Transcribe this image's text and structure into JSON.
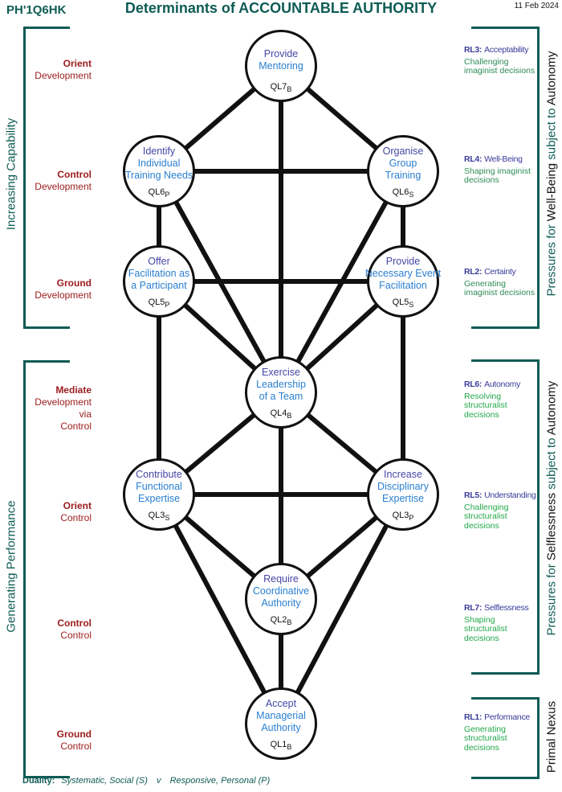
{
  "header": {
    "code": "PH'1Q6HK",
    "title": "Determinants of  ACCOUNTABLE AUTHORITY",
    "date": "11 Feb 2024"
  },
  "left_groups": [
    {
      "label": "Increasing  Capability"
    },
    {
      "label": "Generating  Performance"
    }
  ],
  "left_levels": [
    {
      "a": "Orient",
      "b": "Development"
    },
    {
      "a": "Control",
      "b": "Development"
    },
    {
      "a": "Ground",
      "b": "Development"
    },
    {
      "a": "Mediate",
      "b": "Development\nvia\nControl"
    },
    {
      "a": "Orient",
      "b": "Control"
    },
    {
      "a": "Control",
      "b": "Control"
    },
    {
      "a": "Ground",
      "b": "Control"
    }
  ],
  "right_groups": [
    {
      "p1": "Pressures for ",
      "p2": "Well-Being",
      "p3": " subject to ",
      "p4": "Autonomy"
    },
    {
      "p1": "Pressures for ",
      "p2": "Selflessness",
      "p3": " subject to ",
      "p4": "Autonomy"
    },
    {
      "p1": "",
      "p2": "Primal Nexus",
      "p3": "",
      "p4": ""
    }
  ],
  "right_levels": [
    {
      "code": "RL3:",
      "name": "Acceptability",
      "desc": "Challenging imaginist decisions"
    },
    {
      "code": "RL4:",
      "name": "Well-Being",
      "desc": "Shaping imaginist decisions"
    },
    {
      "code": "RL2:",
      "name": "Certainty",
      "desc": "Generating imaginist decisions"
    },
    {
      "code": "RL6:",
      "name": "Autonomy",
      "desc": "Resolving structuralist decisions"
    },
    {
      "code": "RL5:",
      "name": "Understanding",
      "desc": "Challenging structuralist decisions"
    },
    {
      "code": "RL7:",
      "name": "Selflessness",
      "desc": "Shaping structuralist decisions"
    },
    {
      "code": "RL1:",
      "name": "Performance",
      "desc": "Generating structuralist decisions"
    }
  ],
  "nodes": {
    "ql7": {
      "first": "Provide",
      "rest": "Mentoring",
      "code": "QL7",
      "sub": "B"
    },
    "ql6p": {
      "first": "Identify",
      "rest": "Individual\nTraining Needs",
      "code": "QL6",
      "sub": "P"
    },
    "ql6s": {
      "first": "Organise",
      "rest": "Group\nTraining",
      "code": "QL6",
      "sub": "S"
    },
    "ql5p": {
      "first": "Offer",
      "rest": "Facilitation as\na Participant",
      "code": "QL5",
      "sub": "P"
    },
    "ql5s": {
      "first": "Provide",
      "rest": "Necessary Event\nFacilitation",
      "code": "QL5",
      "sub": "S"
    },
    "ql4": {
      "first": "Exercise",
      "rest": "Leadership\nof a Team",
      "code": "QL4",
      "sub": "B"
    },
    "ql3s": {
      "first": "Contribute",
      "rest": "Functional\nExpertise",
      "code": "QL3",
      "sub": "S"
    },
    "ql3p": {
      "first": "Increase",
      "rest": "Disciplinary\nExpertise",
      "code": "QL3",
      "sub": "P"
    },
    "ql2": {
      "first": "Require",
      "rest": "Coordinative\nAuthority",
      "code": "QL2",
      "sub": "B"
    },
    "ql1": {
      "first": "Accept",
      "rest": "Managerial\nAuthority",
      "code": "QL1",
      "sub": "B"
    }
  },
  "edges": [
    [
      "ql7",
      "ql6p"
    ],
    [
      "ql7",
      "ql6s"
    ],
    [
      "ql7",
      "ql4"
    ],
    [
      "ql6p",
      "ql6s"
    ],
    [
      "ql6p",
      "ql5p"
    ],
    [
      "ql6s",
      "ql5s"
    ],
    [
      "ql6p",
      "ql4"
    ],
    [
      "ql6s",
      "ql4"
    ],
    [
      "ql5p",
      "ql5s"
    ],
    [
      "ql5p",
      "ql4"
    ],
    [
      "ql5s",
      "ql4"
    ],
    [
      "ql5p",
      "ql3s"
    ],
    [
      "ql5s",
      "ql3p"
    ],
    [
      "ql4",
      "ql3s"
    ],
    [
      "ql4",
      "ql3p"
    ],
    [
      "ql4",
      "ql2"
    ],
    [
      "ql3s",
      "ql3p"
    ],
    [
      "ql3s",
      "ql2"
    ],
    [
      "ql3p",
      "ql2"
    ],
    [
      "ql3s",
      "ql1"
    ],
    [
      "ql3p",
      "ql1"
    ],
    [
      "ql2",
      "ql1"
    ]
  ],
  "footer": {
    "label": "Duality:",
    "s": "Systematic, Social (S)",
    "v": "v",
    "p": "Responsive, Personal (P)"
  }
}
